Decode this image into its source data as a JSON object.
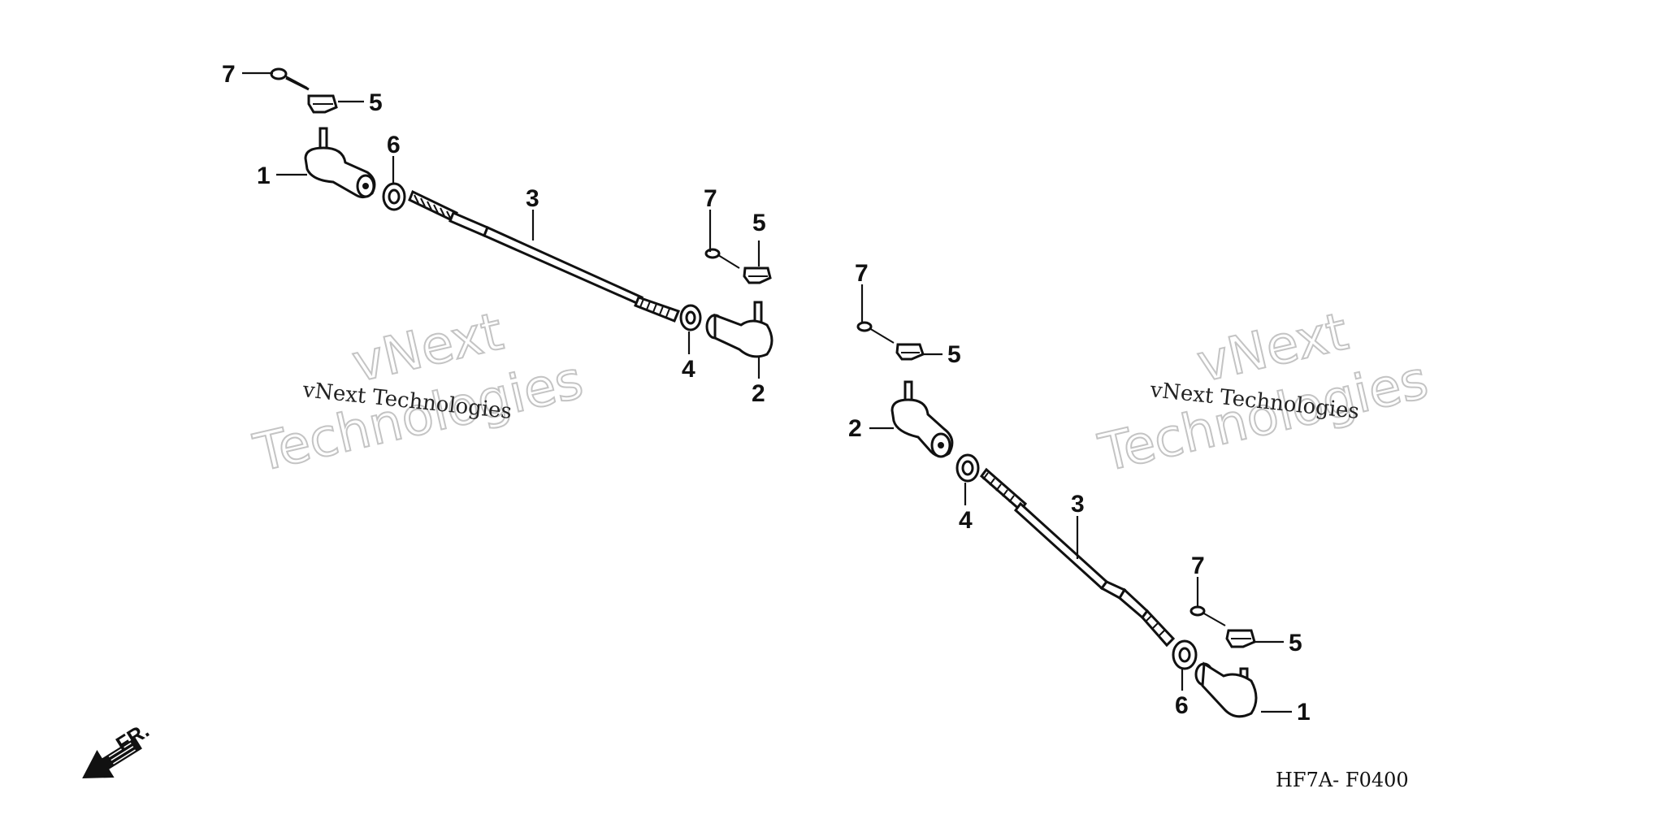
{
  "diagram": {
    "callouts": {
      "upper_left_assembly": [
        "7",
        "5",
        "6",
        "1",
        "3",
        "7",
        "5",
        "4",
        "2"
      ],
      "lower_right_assembly": [
        "7",
        "5",
        "2",
        "4",
        "3",
        "7",
        "5",
        "6",
        "1"
      ]
    },
    "watermark_left": {
      "line_small": "vNext Technologies",
      "line_big_1": "vNext",
      "line_big_2": "Technologies"
    },
    "watermark_right": {
      "line_small": "vNext Technologies",
      "line_big_1": "vNext",
      "line_big_2": "Technologies"
    },
    "direction_label": "FR.",
    "diagram_code": "HF7A- F0400",
    "icons": {
      "direction": "arrow-front-icon"
    },
    "colors": {
      "ink": "#111111",
      "watermark": "#c4c4c4",
      "background": "#ffffff"
    }
  }
}
